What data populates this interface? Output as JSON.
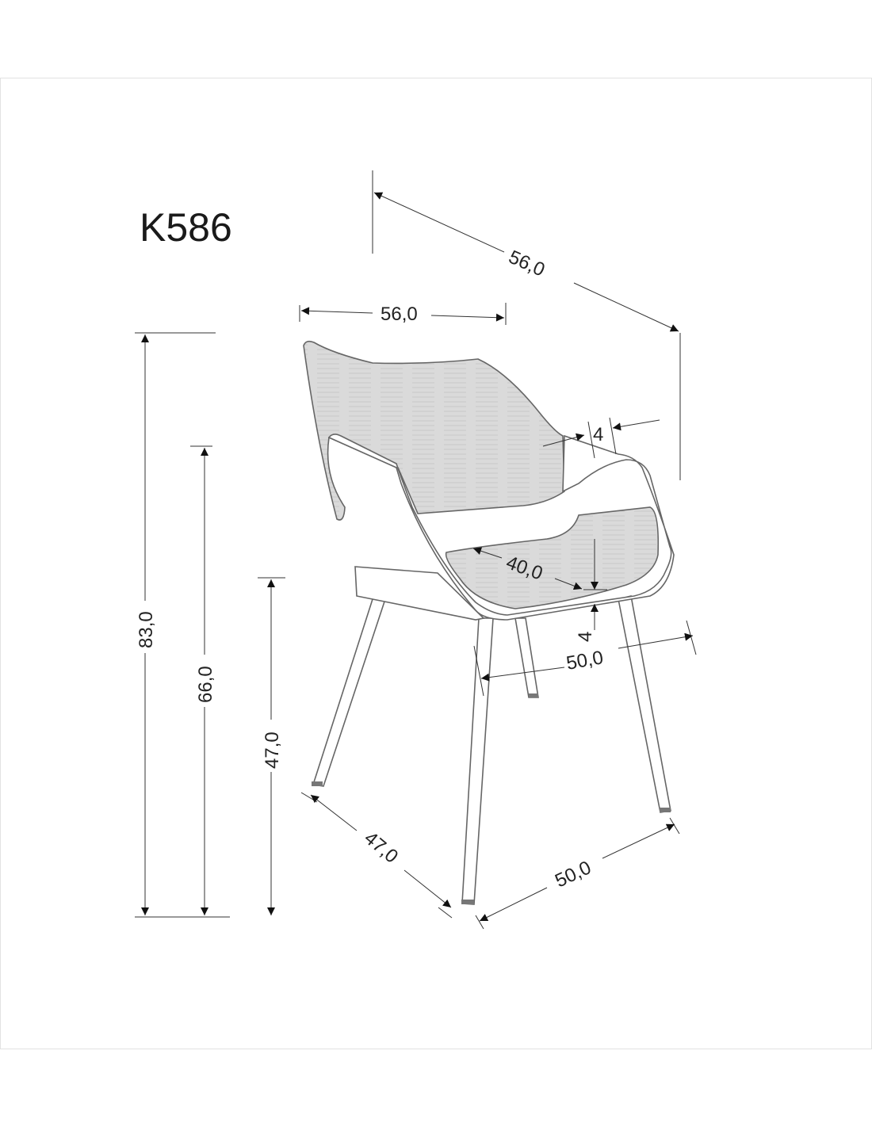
{
  "title": "K586",
  "dimensions": {
    "depth_top": "56,0",
    "width_top": "56,0",
    "armrest_thickness": "4",
    "seat_depth": "40,0",
    "seat_thickness": "4",
    "seat_width": "50,0",
    "total_height": "83,0",
    "armrest_height": "66,0",
    "seat_height": "47,0",
    "floor_depth": "47,0",
    "floor_width": "50,0"
  },
  "colors": {
    "wood": "#d9d9d9",
    "line": "#333333"
  }
}
